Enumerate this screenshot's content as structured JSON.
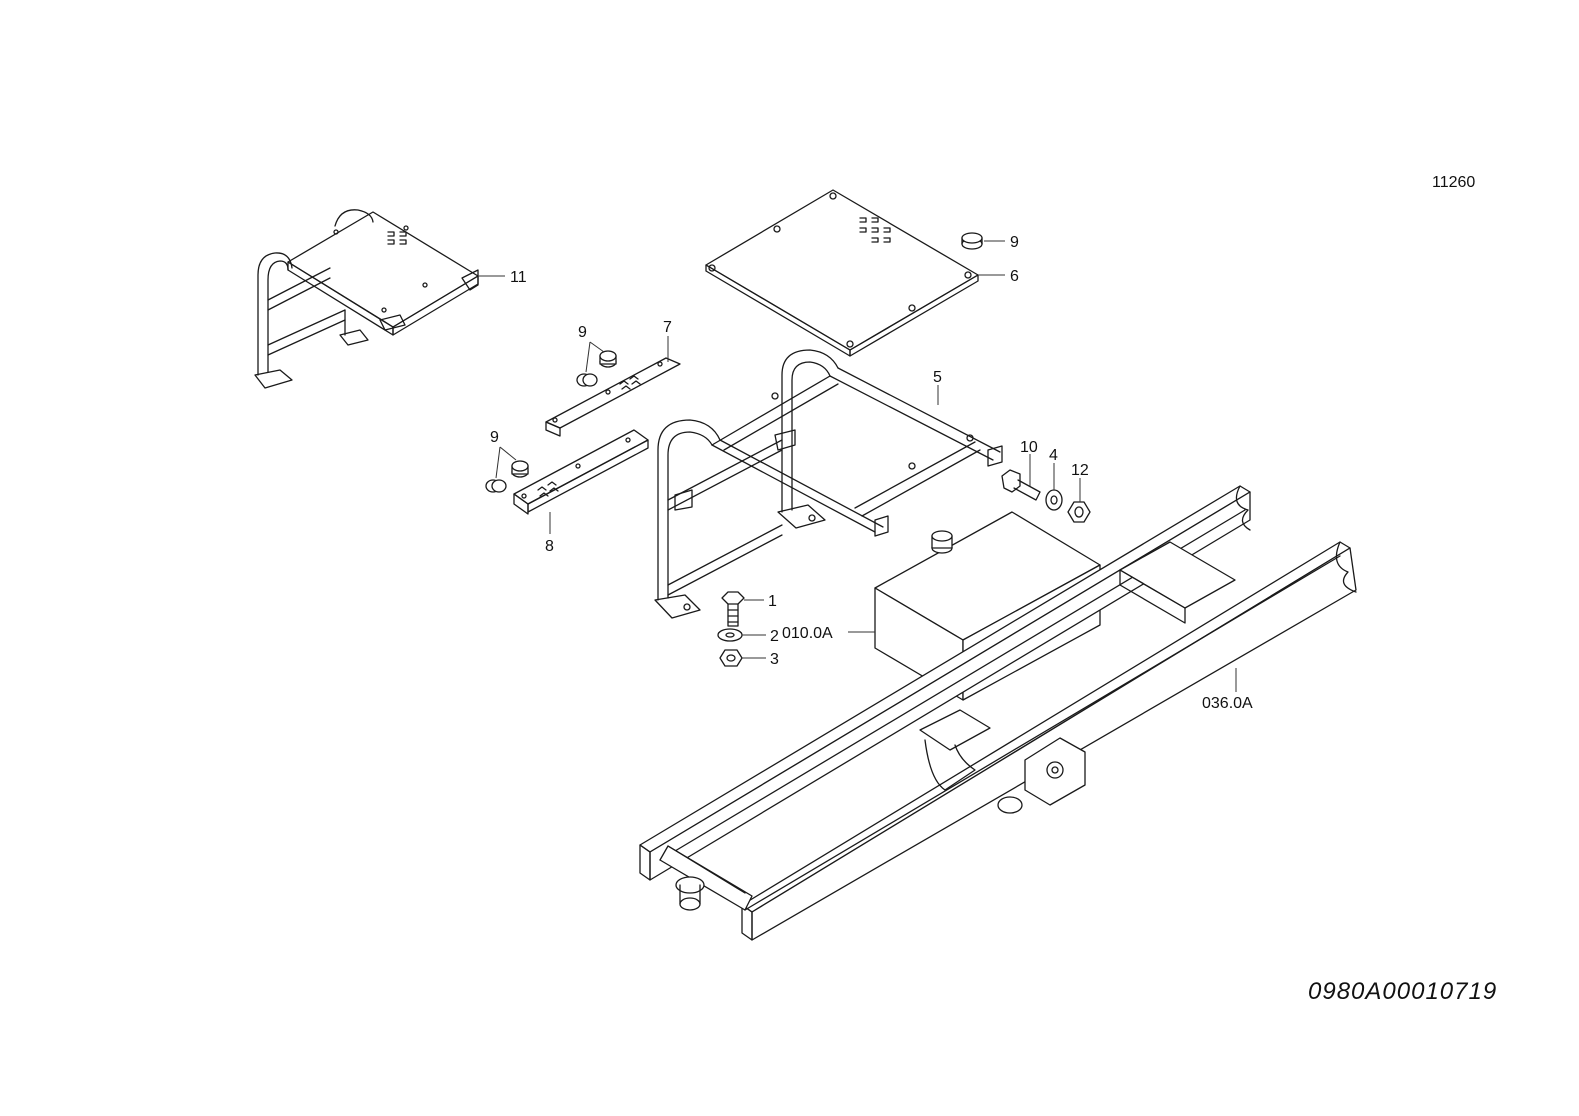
{
  "sheet_code": "11260",
  "drawing_number": "0980A00010719",
  "callouts": {
    "c1": "1",
    "c2": "2",
    "c3": "3",
    "c4": "4",
    "c5": "5",
    "c6": "6",
    "c7": "7",
    "c8": "8",
    "c9a": "9",
    "c9b": "9",
    "c9c": "9",
    "c10": "10",
    "c11": "11",
    "c12": "12",
    "ref_tank": "010.0A",
    "ref_frame": "036.0A"
  }
}
